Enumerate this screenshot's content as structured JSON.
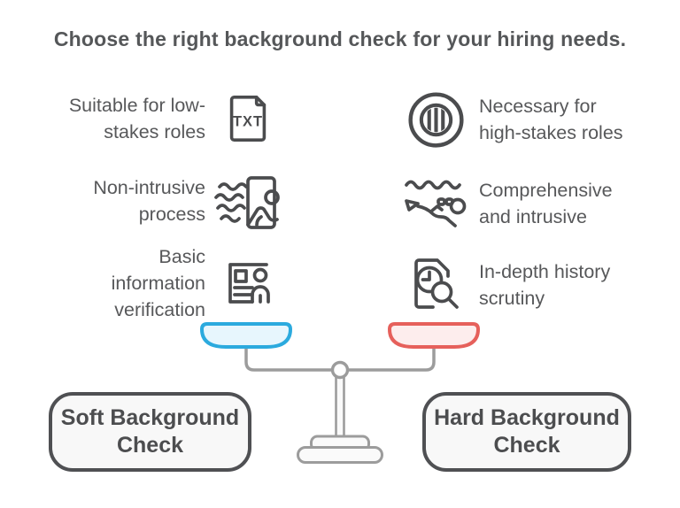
{
  "title": "Choose the right background check for your hiring needs.",
  "columns": {
    "left": {
      "rows": [
        {
          "lines": [
            "Suitable for low-",
            "stakes roles"
          ],
          "icon": "txt-file-icon"
        },
        {
          "lines": [
            "Non-intrusive",
            "process"
          ],
          "icon": "hand-wave-card-icon"
        },
        {
          "lines": [
            "Basic",
            "information",
            "verification"
          ],
          "icon": "id-card-person-icon"
        }
      ],
      "label_lines": [
        "Soft Background",
        "Check"
      ],
      "pan_stroke": "#2baade",
      "pan_fill": "#e7f6fd"
    },
    "right": {
      "rows": [
        {
          "lines": [
            "Necessary for",
            "high-stakes roles"
          ],
          "icon": "porthole-coin-icon"
        },
        {
          "lines": [
            "Comprehensive",
            "and intrusive"
          ],
          "icon": "deep-dive-swimmer-icon"
        },
        {
          "lines": [
            "In-depth history",
            "scrutiny"
          ],
          "icon": "document-clock-magnifier-icon"
        }
      ],
      "label_lines": [
        "Hard Background",
        "Check"
      ],
      "pan_stroke": "#e6605b",
      "pan_fill": "#fdeded"
    }
  },
  "scale": {
    "frame_color": "#9c9c9c",
    "stand_fill": "#fafafa",
    "pivot_fill": "#ffffff"
  },
  "colors": {
    "text": "#57585a",
    "title": "#555759",
    "icon": "#4b4c4e",
    "label_border": "#4f5053",
    "label_text": "#4c4d4f",
    "background": "#ffffff"
  }
}
